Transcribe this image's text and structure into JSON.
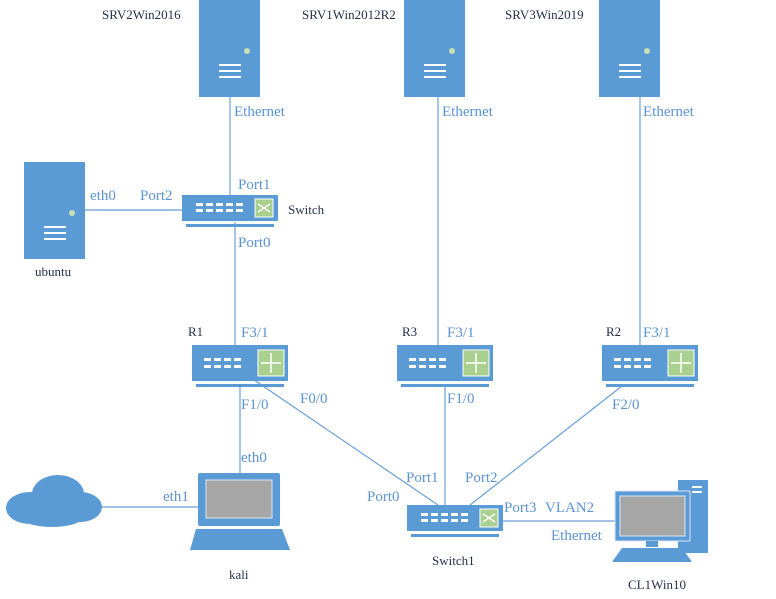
{
  "colors": {
    "device": "#5b9bd5",
    "link_label": "#5b93d3",
    "switch_badge": "#a9d08e"
  },
  "nodes": {
    "srv2": {
      "name": "SRV2Win2016",
      "icon": "server-icon"
    },
    "srv1": {
      "name": "SRV1Win2012R2",
      "icon": "server-icon"
    },
    "srv3": {
      "name": "SRV3Win2019",
      "icon": "server-icon"
    },
    "ubuntu": {
      "name": "ubuntu",
      "icon": "server-icon"
    },
    "switch": {
      "name": "Switch",
      "icon": "switch-icon"
    },
    "r1": {
      "name": "R1",
      "icon": "router-icon"
    },
    "r3": {
      "name": "R3",
      "icon": "router-icon"
    },
    "r2": {
      "name": "R2",
      "icon": "router-icon"
    },
    "switch1": {
      "name": "Switch1",
      "icon": "switch-icon"
    },
    "kali": {
      "name": "kali",
      "icon": "laptop-icon"
    },
    "cloud": {
      "icon": "cloud-icon"
    },
    "cl1": {
      "name": "CL1Win10",
      "icon": "desktop-pc-icon"
    }
  },
  "labels": {
    "srv2_eth": "Ethernet",
    "srv1_eth": "Ethernet",
    "srv3_eth": "Ethernet",
    "sw_port1": "Port1",
    "sw_port2": "Port2",
    "ubuntu_eth0": "eth0",
    "sw_port0": "Port0",
    "r1_f31": "F3/1",
    "r3_f31": "F3/1",
    "r2_f31": "F3/1",
    "r1_f10": "F1/0",
    "r1_f00": "F0/0",
    "r3_f10": "F1/0",
    "r2_f20": "F2/0",
    "kali_eth0": "eth0",
    "kali_eth1": "eth1",
    "sw1_port0": "Port0",
    "sw1_port1": "Port1",
    "sw1_port2": "Port2",
    "sw1_port3": "Port3",
    "vlan": "VLAN2",
    "cl1_eth": "Ethernet"
  }
}
